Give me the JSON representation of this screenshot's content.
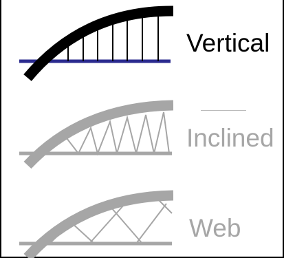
{
  "options": [
    {
      "label": "Vertical",
      "selected": true,
      "color": "#000000",
      "deck_color": "#2b2b8f"
    },
    {
      "label": "Inclined",
      "selected": false,
      "color": "#a6a6a6",
      "deck_color": "#a6a6a6"
    },
    {
      "label": "Web",
      "selected": false,
      "color": "#a6a6a6",
      "deck_color": "#a6a6a6"
    }
  ]
}
